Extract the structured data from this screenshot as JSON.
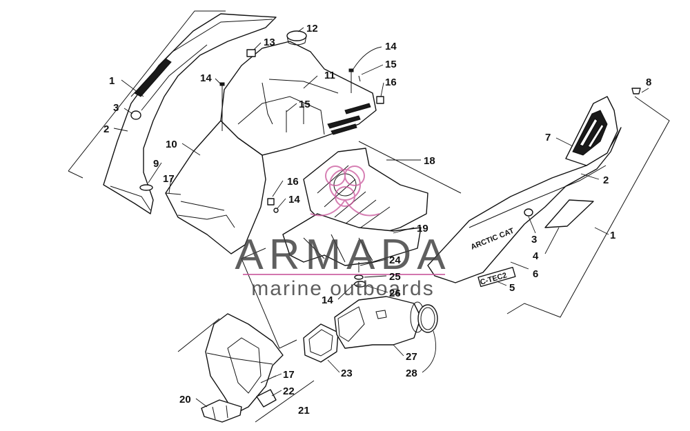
{
  "watermark": {
    "brand": "ARMADA",
    "tagline": "marine outboards",
    "accent_color": "#c9559a"
  },
  "decals": {
    "brand_decal": "ARCTIC CAT",
    "model_decal": "C-TEC2"
  },
  "callouts": {
    "c1": "1",
    "c2": "2",
    "c3": "3",
    "c4": "4",
    "c5": "5",
    "c6": "6",
    "c7": "7",
    "c8": "8",
    "c9": "9",
    "c10": "10",
    "c11": "11",
    "c12": "12",
    "c13": "13",
    "c14": "14",
    "c15": "15",
    "c16": "16",
    "c17": "17",
    "c18": "18",
    "c19": "19",
    "c20": "20",
    "c21": "21",
    "c22": "22",
    "c23": "23",
    "c24": "24",
    "c25": "25",
    "c26": "26",
    "c27": "27",
    "c28": "28"
  },
  "icons": {
    "logo": "flower-logo-icon"
  }
}
